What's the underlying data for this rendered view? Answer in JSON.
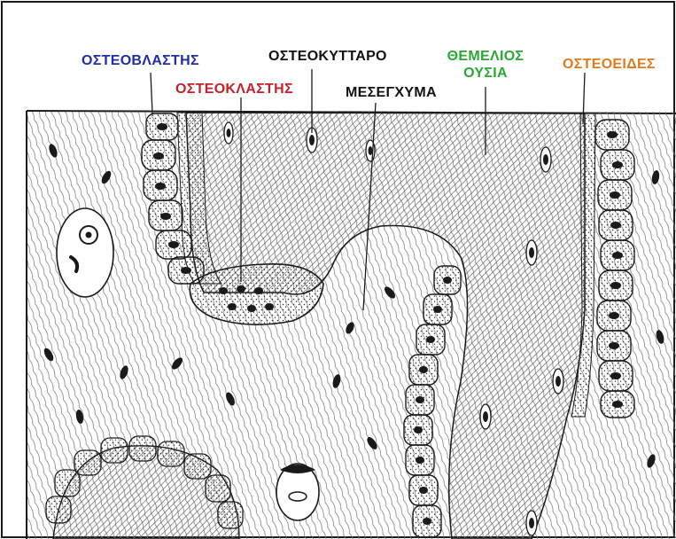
{
  "labels": {
    "osteoblast": "ΟΣΤΕΟΒΛΑΣΤΗΣ",
    "osteoclast": "ΟΣΤΕΟΚΛΑΣΤΗΣ",
    "osteocyte": "ΟΣΤΕΟΚΥΤΤΑΡΟ",
    "mesenchyme": "ΜΕΣΕΓΧΥΜΑ",
    "ground_substance_line1": "ΘΕΜΕΛΙΟΣ",
    "ground_substance_line2": "ΟΥΣΙΑ",
    "osteoid": "ΟΣΤΕΟΕΙΔΕΣ"
  },
  "colors": {
    "osteoblast": "#1f2ea8",
    "osteoclast": "#c8202b",
    "osteocyte": "#111111",
    "mesenchyme": "#111111",
    "ground_substance": "#2aa836",
    "osteoid": "#e07a1c",
    "ink": "#1a1a1a",
    "matrix_hatch": "#555555"
  }
}
